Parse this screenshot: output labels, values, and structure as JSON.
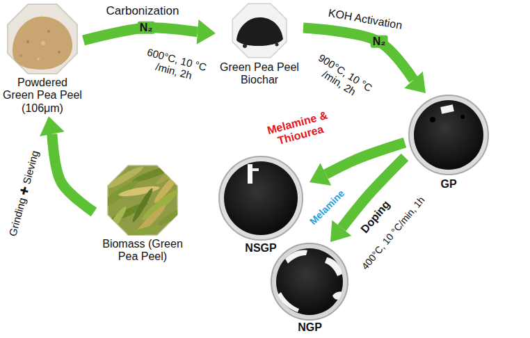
{
  "diagram": {
    "nodes": [
      {
        "text": [
          "Powdered Green Pea Peel (106μm)"
        ]
      },
      {
        "text": [
          "Green Pea Peel Biochar"
        ]
      },
      {
        "text": [
          "GP"
        ]
      },
      {
        "text": [
          "NSGP"
        ]
      },
      {
        "text": [
          "NGP"
        ]
      },
      {
        "text": [
          "Biomass (Green Pea Peel)"
        ]
      }
    ],
    "edges": [
      {
        "from": 0,
        "to": 1,
        "label": "Carbonization",
        "arrow": "to"
      },
      {
        "from": 1,
        "to": 2,
        "label": "KOH Activation",
        "arrow": "to"
      },
      {
        "from": 2,
        "to": 3,
        "label": "Melamine & Thiourea",
        "arrow": "to"
      },
      {
        "from": 2,
        "to": 4,
        "label": "Melamine",
        "arrow": "to"
      },
      {
        "from": 5,
        "to": 0,
        "label": "Grinding ✚ Sieving",
        "arrow": "to"
      }
    ],
    "labels": [
      "N₂",
      "600°C, 10 °C /min, 2h",
      "N₂",
      "900°C, 10 °C /min, 2h",
      "Doping",
      "400°C, 10 °C/min, 1h"
    ]
  }
}
